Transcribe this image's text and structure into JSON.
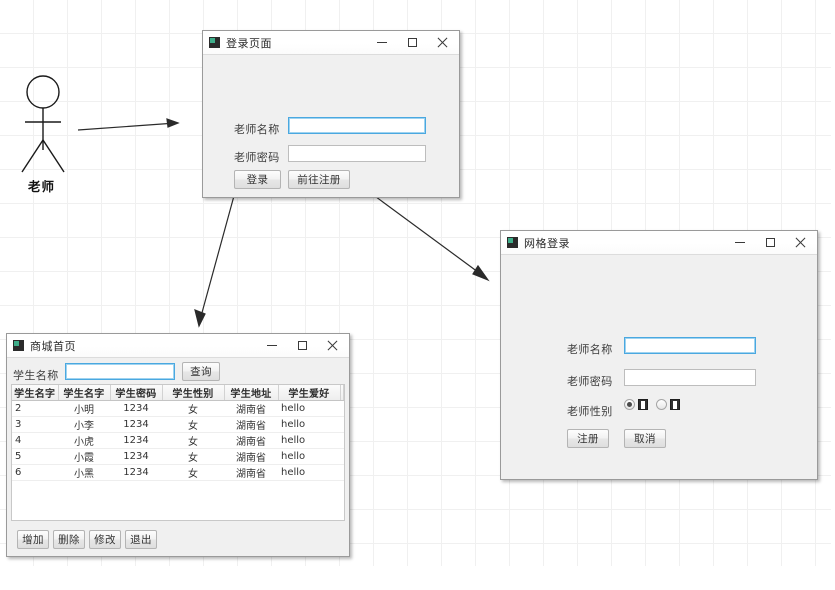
{
  "diagram": {
    "actor": {
      "label": "老师",
      "icon": "stick-figure-actor"
    },
    "arrows": [
      {
        "name": "actor-to-login-arrow"
      },
      {
        "name": "login-to-home-arrow"
      },
      {
        "name": "register-to-register-window-arrow"
      }
    ]
  },
  "login_window": {
    "title": "登录页面",
    "icon": "app-icon",
    "controls": {
      "minimize": "–",
      "maximize": "□",
      "close": "✕"
    },
    "fields": [
      {
        "label": "老师名称",
        "value": "",
        "focused": true
      },
      {
        "label": "老师密码",
        "value": "",
        "focused": false
      }
    ],
    "buttons": [
      {
        "label": "登录"
      },
      {
        "label": "前往注册"
      }
    ]
  },
  "register_window": {
    "title": "网格登录",
    "icon": "app-icon",
    "controls": {
      "minimize": "–",
      "maximize": "□",
      "close": "✕"
    },
    "fields": [
      {
        "label": "老师名称",
        "value": "",
        "focused": true
      },
      {
        "label": "老师密码",
        "value": "",
        "focused": false
      }
    ],
    "gender": {
      "label": "老师性别",
      "options": [
        {
          "label": "□",
          "checked": true
        },
        {
          "label": "□",
          "checked": false
        }
      ]
    },
    "buttons": [
      {
        "label": "注册"
      },
      {
        "label": "取消"
      }
    ]
  },
  "home_window": {
    "title": "商城首页",
    "icon": "app-icon",
    "controls": {
      "minimize": "–",
      "maximize": "□",
      "close": "✕"
    },
    "search": {
      "label": "学生名称",
      "value": "",
      "placeholder": "",
      "button_label": "查询"
    },
    "table": {
      "columns": [
        "学生名字",
        "学生名字",
        "学生密码",
        "学生性别",
        "学生地址",
        "学生爱好"
      ],
      "rows": [
        [
          "2",
          "小明",
          "1234",
          "女",
          "湖南省",
          "hello"
        ],
        [
          "3",
          "小李",
          "1234",
          "女",
          "湖南省",
          "hello"
        ],
        [
          "4",
          "小虎",
          "1234",
          "女",
          "湖南省",
          "hello"
        ],
        [
          "5",
          "小霞",
          "1234",
          "女",
          "湖南省",
          "hello"
        ],
        [
          "6",
          "小黑",
          "1234",
          "女",
          "湖南省",
          "hello"
        ]
      ]
    },
    "action_buttons": [
      {
        "label": "增加"
      },
      {
        "label": "删除"
      },
      {
        "label": "修改"
      },
      {
        "label": "退出"
      }
    ]
  },
  "colors": {
    "focus_border": "#4aa8e0",
    "window_bg": "#f0f0f0",
    "grid_line": "#f0f0f0",
    "icon_green": "#3fae8a"
  }
}
